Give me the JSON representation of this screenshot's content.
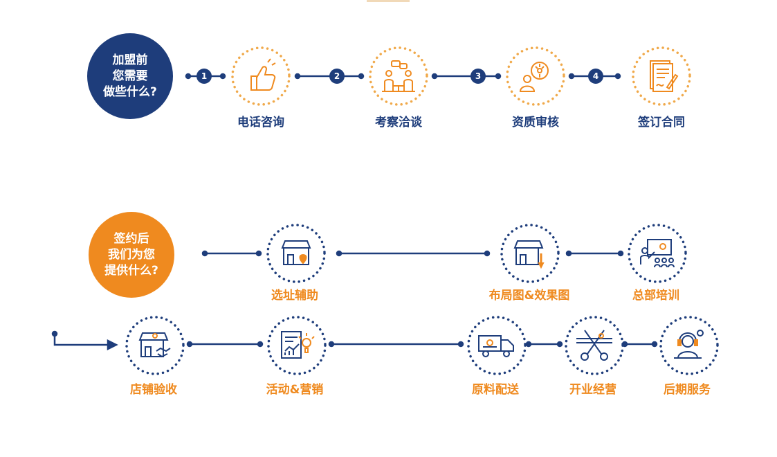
{
  "colors": {
    "navy": "#1e3d7b",
    "orange": "#ef8a1f",
    "dot_orange": "#f0a94a",
    "dot_navy": "#1e3d7b"
  },
  "section1": {
    "heading": "加盟前\n您需要\n做些什么?",
    "steps": [
      {
        "num": "1",
        "label": "电话咨询",
        "icon": "thumbs-up-icon"
      },
      {
        "num": "2",
        "label": "考察洽谈",
        "icon": "meeting-icon"
      },
      {
        "num": "3",
        "label": "资质审核",
        "icon": "review-icon"
      },
      {
        "num": "4",
        "label": "签订合同",
        "icon": "contract-icon"
      }
    ]
  },
  "section2": {
    "heading": "签约后\n我们为您\n提供什么?",
    "row1": [
      {
        "label": "选址辅助",
        "icon": "store-location-icon"
      },
      {
        "label": "布局图&效果图",
        "icon": "store-design-icon"
      },
      {
        "label": "总部培训",
        "icon": "training-icon"
      }
    ],
    "row2": [
      {
        "label": "店铺验收",
        "icon": "store-handshake-icon"
      },
      {
        "label": "活动&营销",
        "icon": "marketing-icon"
      },
      {
        "label": "原料配送",
        "icon": "delivery-truck-icon"
      },
      {
        "label": "开业经营",
        "icon": "ribbon-cutting-icon"
      },
      {
        "label": "后期服务",
        "icon": "customer-service-icon"
      }
    ]
  }
}
